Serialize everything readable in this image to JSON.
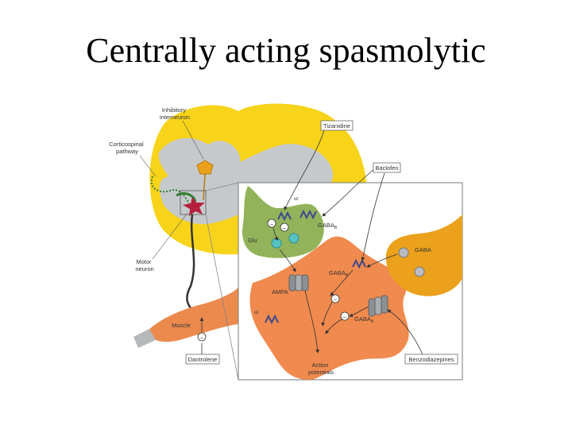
{
  "slide": {
    "title": "Centrally acting spasmolytic"
  },
  "labels": {
    "inhibitory_interneuron": [
      "Inhibitory",
      "interneuron"
    ],
    "corticospinal_pathway": [
      "Corticospinal",
      "pathway"
    ],
    "motor_neuron": [
      "Motor",
      "neuron"
    ],
    "muscle": "Muscle",
    "dantrolene": "Dantrolene",
    "tizanidine": "Tizanidine",
    "baclofen": "Baclofen",
    "gaba": "GABA",
    "gaba_b_pre": "GABA",
    "gaba_b_post": "GABA",
    "gaba_a": "GABA",
    "sub_b": "B",
    "sub_a": "A",
    "glu": "Glu",
    "ampa": "AMPA",
    "alpha2_pre": "α2",
    "alpha2_post": "α2",
    "benzodiazepines": "Benzodiazepines",
    "action_potentials": [
      "Action",
      "potentials"
    ],
    "inhibit_sign": "–"
  },
  "colors": {
    "spinal_cord": "#f7d31a",
    "gray_matter": "#c6c9cc",
    "glutamate_terminal": "#92b35a",
    "gaba_terminal": "#eba11c",
    "postsynaptic": "#f08a4e",
    "muscle": "#ec8a4e",
    "receptor": "#3e4a8c",
    "glu_vesicle": "#56c2c2"
  },
  "icons": [
    "motor-neuron-star-icon",
    "interneuron-pentagon-icon",
    "ampa-channel-icon",
    "gaba-a-channel-icon",
    "gaba-b-receptor-icon",
    "alpha2-receptor-icon"
  ]
}
